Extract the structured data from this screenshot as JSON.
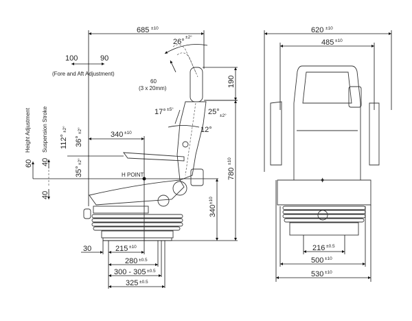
{
  "side_view": {
    "overall_depth": {
      "value": "685",
      "tol": "±10"
    },
    "fore_aft": {
      "forward": "100",
      "aft": "90",
      "label": "(Fore and Aft Adjustment)"
    },
    "headrest_adjust": {
      "value": "60",
      "detail": "(3 x 20mm)"
    },
    "headrest_angle": {
      "value": "26°",
      "tol": "±2°"
    },
    "headrest_height": "190",
    "backrest_angle_a": {
      "value": "17°",
      "tol": "±5°"
    },
    "backrest_angle_b": {
      "value": "25°",
      "tol": "±2°"
    },
    "backrest_angle_c": "12°",
    "armrest_angle_a": {
      "value": "112°",
      "tol": "±2°"
    },
    "armrest_angle_b": {
      "value": "36°",
      "tol": "±2°"
    },
    "armrest_angle_c": {
      "value": "35°",
      "tol": "±2°"
    },
    "seat_depth": {
      "value": "340",
      "tol": "±10"
    },
    "h_point": "H POINT",
    "height_adjustment": {
      "label": "Height Adjustment",
      "value": "60"
    },
    "suspension_stroke": {
      "label": "Suspension Stroke",
      "up": "40",
      "down": "40"
    },
    "overall_height": {
      "value": "780",
      "tol": "±10"
    },
    "h_point_height": {
      "value": "340",
      "tol": "±10"
    },
    "offset": "30",
    "base_215": {
      "value": "215",
      "tol": "±10"
    },
    "base_280": {
      "value": "280",
      "tol": "±0.5"
    },
    "base_300": {
      "value": "300 - 305",
      "tol": "±0.5"
    },
    "base_325": {
      "value": "325",
      "tol": "±0.5"
    }
  },
  "front_view": {
    "overall_width": {
      "value": "620",
      "tol": "±10"
    },
    "backrest_width": {
      "value": "485",
      "tol": "±10"
    },
    "mount_216": {
      "value": "216",
      "tol": "±0.5"
    },
    "width_500": {
      "value": "500",
      "tol": "±10"
    },
    "width_530": {
      "value": "530",
      "tol": "±10"
    }
  }
}
